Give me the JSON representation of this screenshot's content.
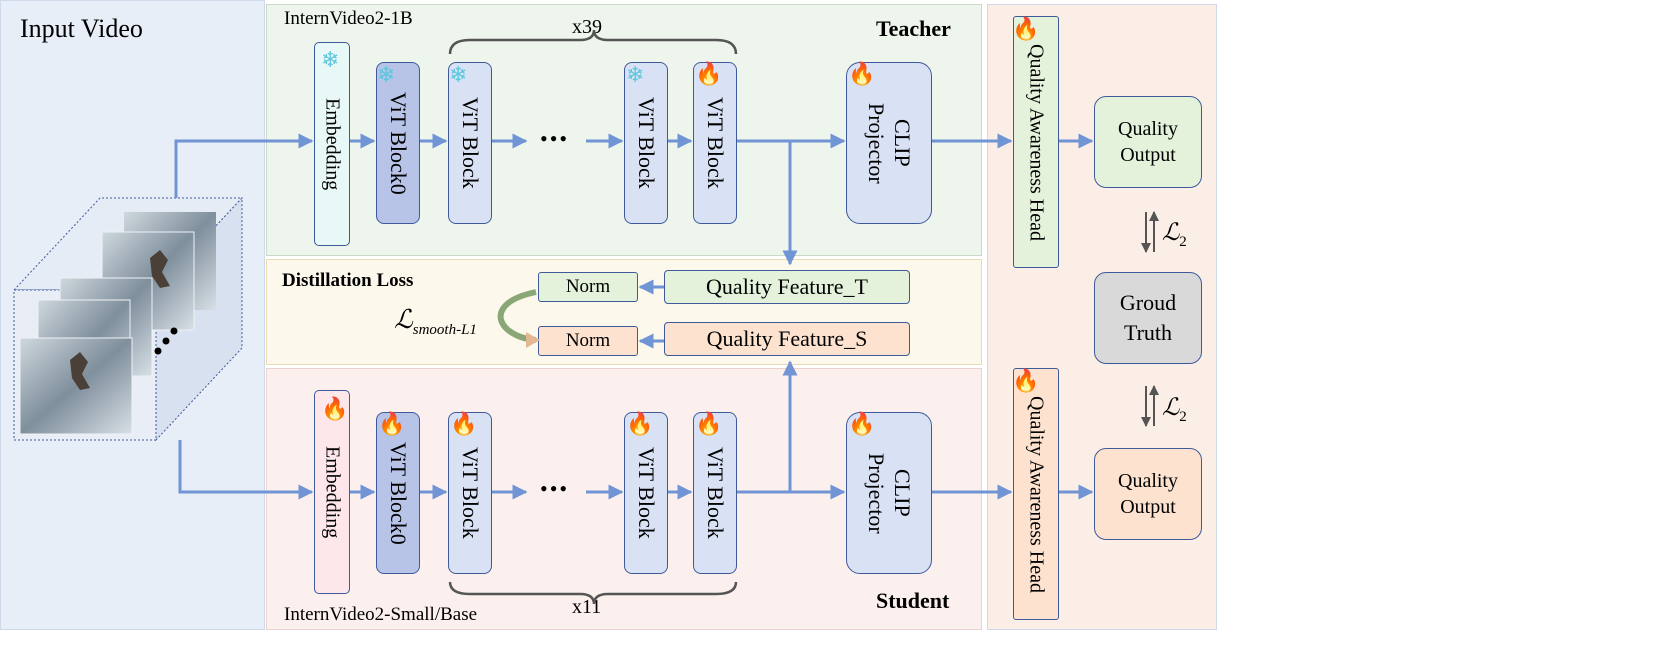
{
  "input": {
    "title": "Input Video"
  },
  "teacher": {
    "model_name": "InternVideo2-1B",
    "role": "Teacher",
    "repeat": "x39",
    "embedding": "Embedding",
    "block0": "ViT Block0",
    "block": "ViT Block",
    "ellipsis": "•••",
    "projector_line1": "CLIP",
    "projector_line2": "Projector"
  },
  "student": {
    "model_name": "InternVideo2-Small/Base",
    "role": "Student",
    "repeat": "x11",
    "embedding": "Embedding",
    "block0": "ViT Block0",
    "block": "ViT Block",
    "ellipsis": "•••",
    "projector_line1": "CLIP",
    "projector_line2": "Projector"
  },
  "distillation": {
    "title": "Distillation Loss",
    "feature_t": "Quality Feature_T",
    "feature_s": "Quality Feature_S",
    "norm": "Norm",
    "loss_base": "ℒ",
    "loss_sub": "smooth-L1"
  },
  "right": {
    "head_label": "Quality Awareness Head",
    "output_line1": "Quality",
    "output_line2": "Output",
    "gt_line1": "Groud",
    "gt_line2": "Truth",
    "loss_base": "ℒ",
    "loss_sub": "2"
  },
  "icons": {
    "frozen": "snowflake-icon",
    "trainable": "flame-icon"
  },
  "colors": {
    "arrow": "#7094d4",
    "teacher_bg": "#eef5ec",
    "student_bg": "#fbf0ee",
    "distill_bg": "#fdf8ec",
    "input_bg": "#e8eef8",
    "right_bg": "#fbeee7"
  }
}
